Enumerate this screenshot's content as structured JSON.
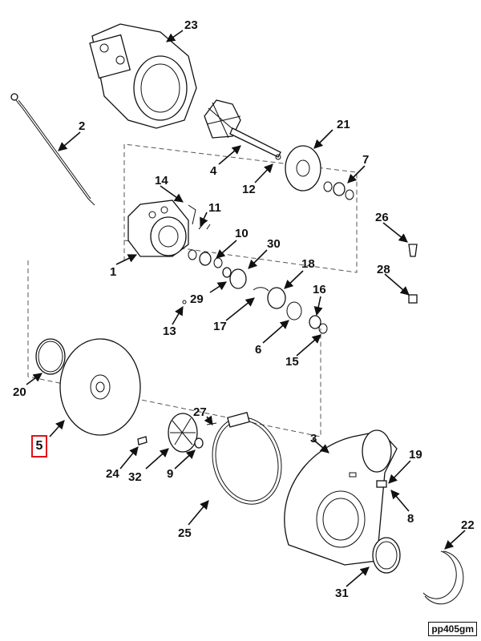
{
  "callouts": [
    "1",
    "2",
    "3",
    "4",
    "6",
    "7",
    "8",
    "9",
    "10",
    "11",
    "12",
    "13",
    "14",
    "15",
    "16",
    "17",
    "18",
    "19",
    "20",
    "21",
    "22",
    "23",
    "24",
    "25",
    "26",
    "27",
    "28",
    "29",
    "30",
    "31",
    "32"
  ],
  "highlighted_callout": "5",
  "drawing_code": "pp405gm",
  "colors": {
    "highlight": "#e0101a",
    "ink": "#111111"
  }
}
